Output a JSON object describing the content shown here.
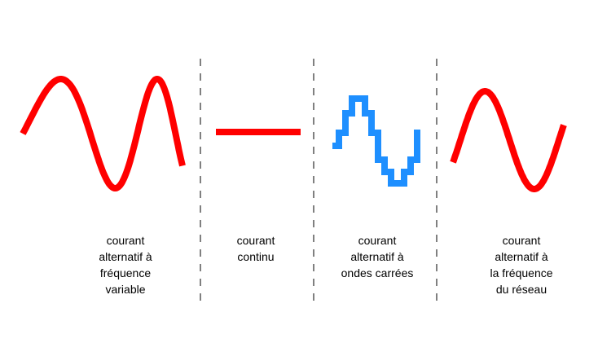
{
  "colors": {
    "wave_red": "#ff0000",
    "wave_blue": "#1e8fff",
    "separator": "#000000",
    "text": "#000000",
    "background": "#ffffff"
  },
  "panels": [
    {
      "id": "variable-frequency",
      "wave": "variable-frequency-sine",
      "label_lines": [
        "courant",
        "alternatif à",
        "fréquence",
        "variable"
      ]
    },
    {
      "id": "direct-current",
      "wave": "flat-line",
      "label_lines": [
        "courant",
        "continu"
      ]
    },
    {
      "id": "square-wave",
      "wave": "stepped-sine",
      "label_lines": [
        "courant",
        "alternatif à",
        "ondes carrées"
      ]
    },
    {
      "id": "grid-frequency",
      "wave": "sine",
      "label_lines": [
        "courant",
        "alternatif à",
        "la fréquence",
        "du réseau"
      ]
    }
  ]
}
